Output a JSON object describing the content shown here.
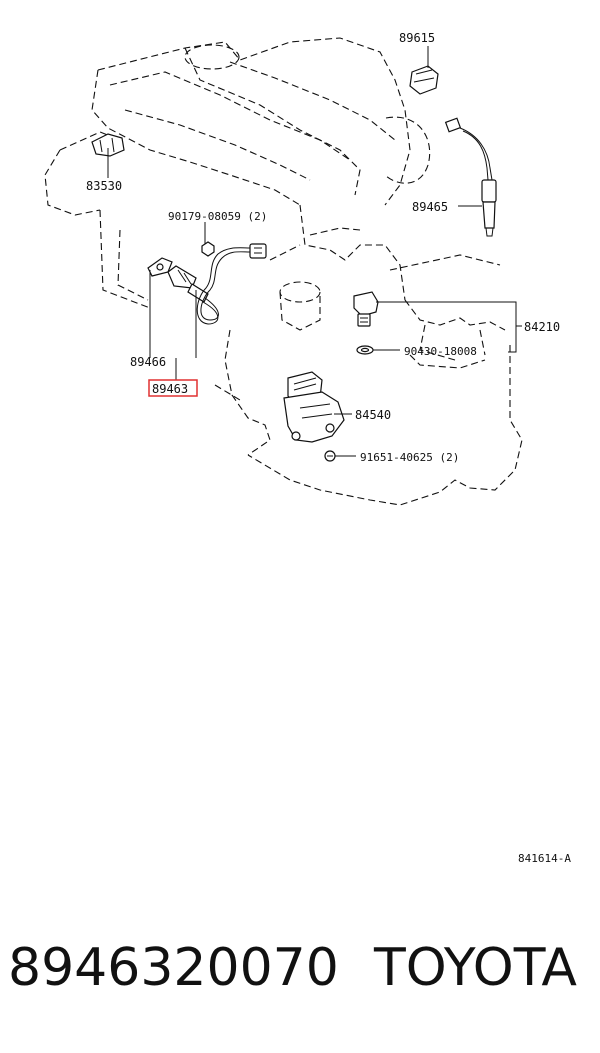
{
  "diagram": {
    "labels": {
      "p89615": "89615",
      "p83530": "83530",
      "p90179": "90179-08059 (2)",
      "p89465": "89465",
      "p84210": "84210",
      "p90430": "90430-18008",
      "p89466": "89466",
      "p89463": "89463",
      "p84540": "84540",
      "p91651": "91651-40625 (2)"
    },
    "ref_code": "841614-A",
    "highlight_color": "#e03030"
  },
  "caption": {
    "part_number": "8946320070",
    "brand": "TOYOTA"
  }
}
